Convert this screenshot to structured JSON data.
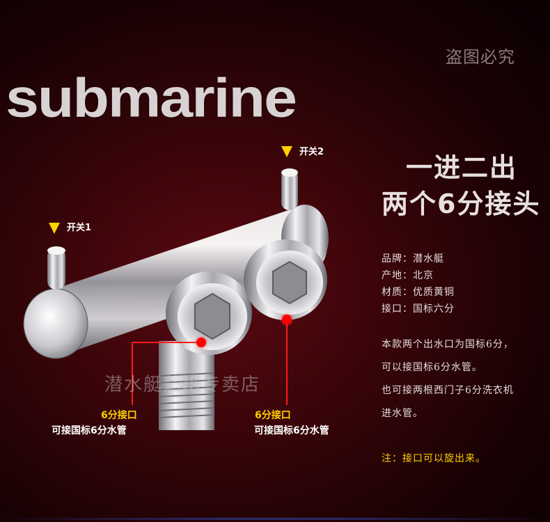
{
  "watermark_top": "盗图必究",
  "brand": "submarine",
  "headline": {
    "line1": "一进二出",
    "line2": "两个6分接头"
  },
  "switches": {
    "s1": "开关1",
    "s2": "开关2"
  },
  "specs": [
    "品牌：潜水艇",
    "产地：北京",
    "材质：优质黄铜",
    "接口：国标六分"
  ],
  "description": [
    "本款两个出水口为国标6分，",
    "可以接国标6分水管。",
    "也可接两根西门子6分洗衣机",
    "进水管。"
  ],
  "note": "注：接口可以旋出来。",
  "ports": {
    "left": {
      "title": "6分接口",
      "sub": "可接国标6分水管"
    },
    "right": {
      "title": "6分接口",
      "sub": "可接国标6分水管"
    }
  },
  "shop_watermark": "潜水艇楚培专卖店"
}
